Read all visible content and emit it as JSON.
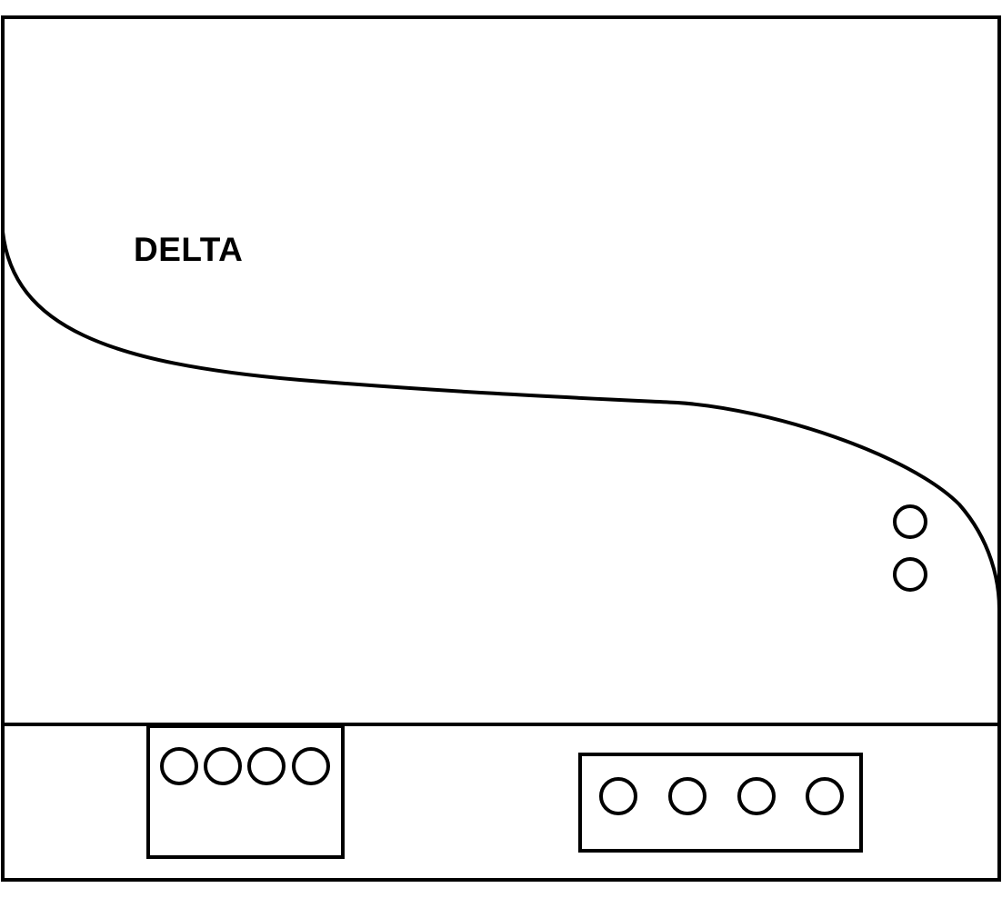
{
  "brand": {
    "label": "DELTA"
  },
  "style": {
    "stroke_color": "#000000",
    "background_color": "#ffffff"
  },
  "components": {
    "housing": {
      "name": "device-housing"
    },
    "front_curve": {
      "name": "front-panel-curve"
    },
    "terminal_strip": {
      "name": "bottom-terminal-strip"
    },
    "left_terminal_block": {
      "name": "left-terminal-block",
      "terminal_count": 4
    },
    "right_terminal_block": {
      "name": "right-terminal-block",
      "terminal_count": 4
    },
    "indicators": {
      "name": "indicator-lights",
      "count": 2
    }
  }
}
